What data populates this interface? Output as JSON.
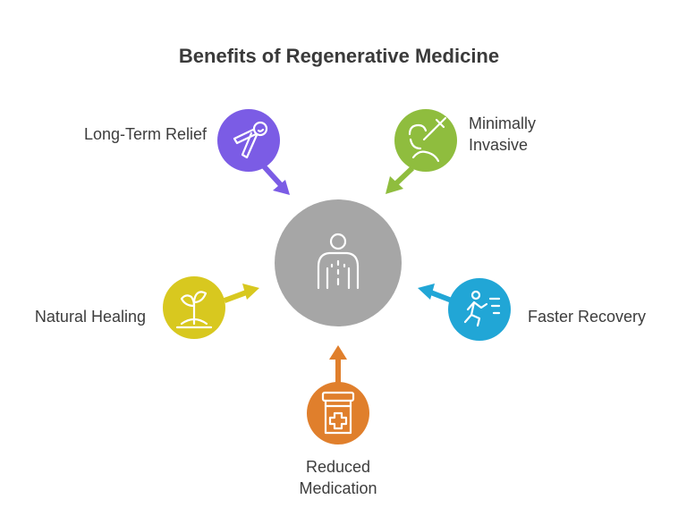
{
  "title": "Benefits of Regenerative Medicine",
  "center": {
    "icon": "person-icon",
    "color": "#a6a6a6"
  },
  "benefits": [
    {
      "id": "long-term-relief",
      "lines": [
        "Long-Term Relief"
      ],
      "icon": "joint-icon",
      "color": "#7b5ce5"
    },
    {
      "id": "minimally-invasive",
      "lines": [
        "Minimally",
        "Invasive"
      ],
      "icon": "injection-icon",
      "color": "#8fbd3e"
    },
    {
      "id": "natural-healing",
      "lines": [
        "Natural Healing"
      ],
      "icon": "sprout-icon",
      "color": "#d8c81f"
    },
    {
      "id": "faster-recovery",
      "lines": [
        "Faster Recovery"
      ],
      "icon": "running-person-icon",
      "color": "#21a6d6"
    },
    {
      "id": "reduced-medication",
      "lines": [
        "Reduced",
        "Medication"
      ],
      "icon": "pill-bottle-icon",
      "color": "#e07f2c"
    }
  ]
}
